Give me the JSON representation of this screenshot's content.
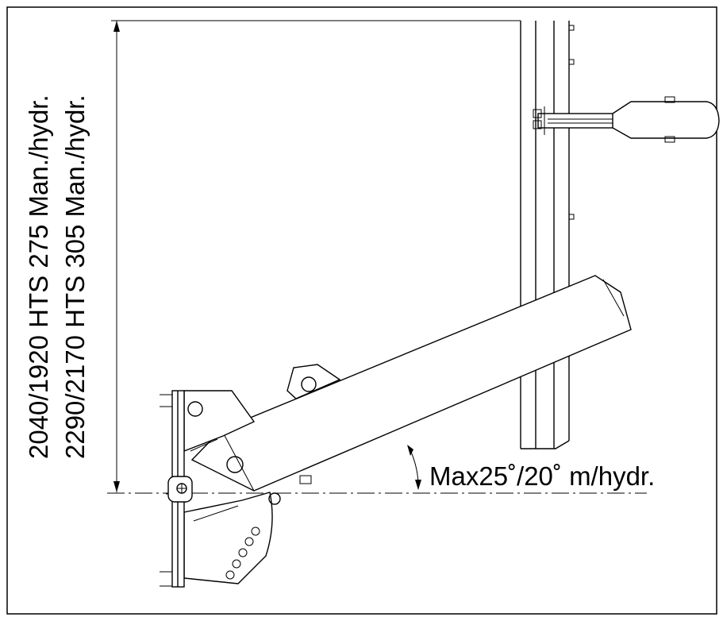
{
  "labels": {
    "height_line_1": "2040/1920 HTS 275 Man./hydr.",
    "height_line_2": "2290/2170 HTS 305 Man./hydr.",
    "angle": "Max25˚/20˚ m/hydr."
  },
  "colors": {
    "ink": "#000000",
    "paper": "#ffffff"
  }
}
